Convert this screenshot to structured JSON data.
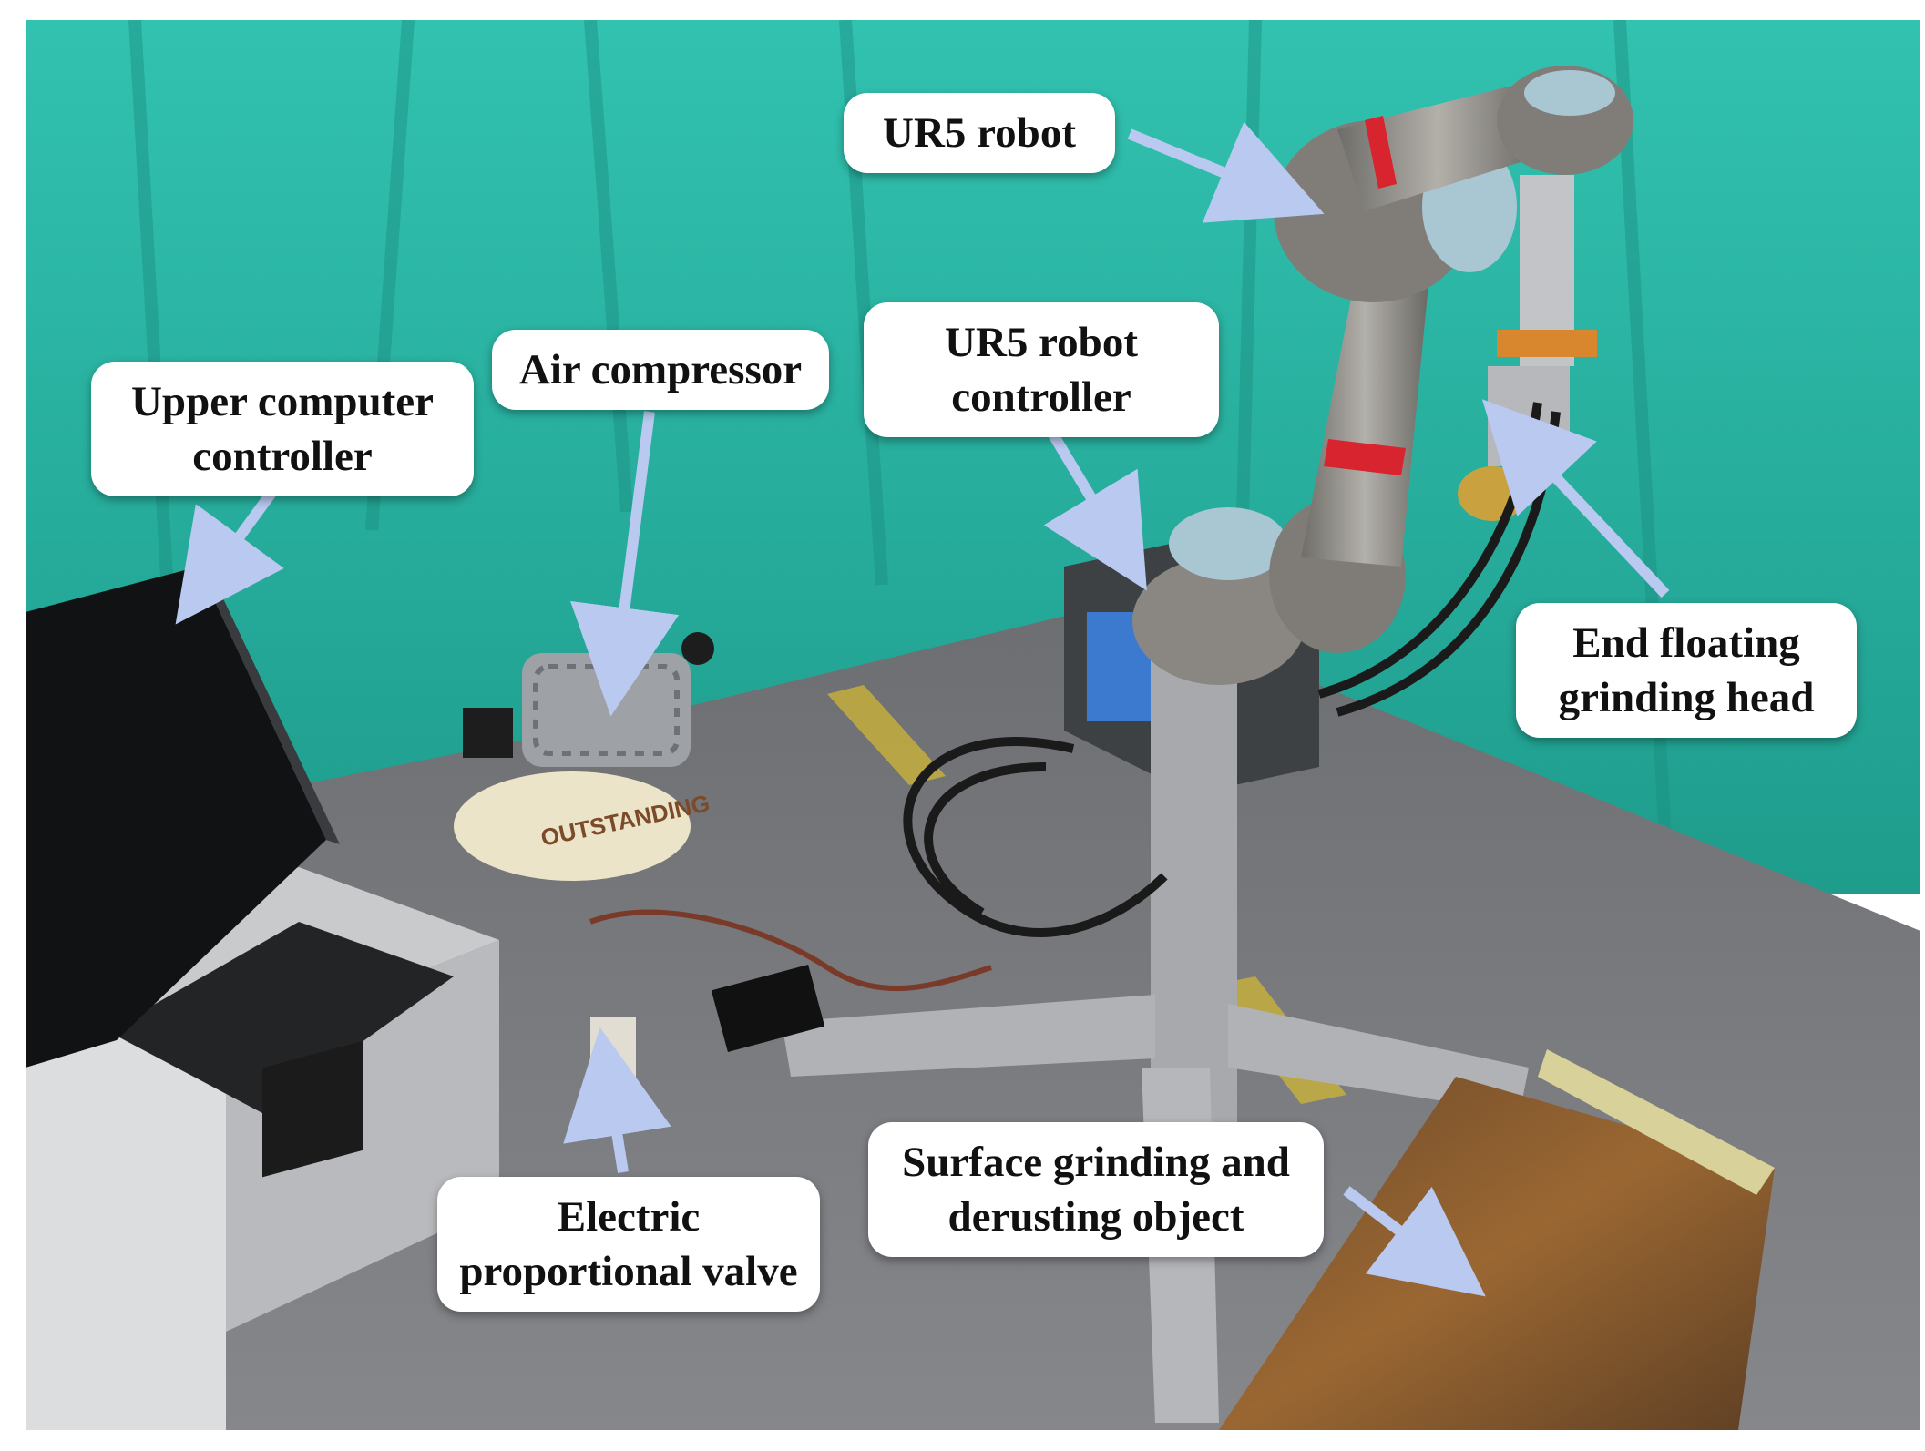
{
  "image": {
    "description_icons": [
      "robot-arm",
      "monitor",
      "air-compressor",
      "controller-box",
      "cables",
      "rusty-plate",
      "aluminum-stand"
    ],
    "colors": {
      "curtain": "#2bb5a4",
      "floor": "#77797d",
      "arrow": "#b9c9ef",
      "arrow_stroke": "#4057a8",
      "robot_gray": "#8a8782",
      "robot_cap": "#a9c6d3",
      "rust": "#8a5a2a"
    }
  },
  "labels": {
    "ur5_robot": "UR5 robot",
    "ur5_controller_line1": "UR5 robot",
    "ur5_controller_line2": "controller",
    "upper_computer_line1": "Upper computer",
    "upper_computer_line2": "controller",
    "air_compressor": "Air compressor",
    "end_floating_line1": "End floating",
    "end_floating_line2": "grinding head",
    "surface_line1": "Surface grinding and",
    "surface_line2": "derusting object",
    "valve_line1": "Electric",
    "valve_line2": "proportional valve"
  },
  "compressor_brand": "OUTSTANDING"
}
